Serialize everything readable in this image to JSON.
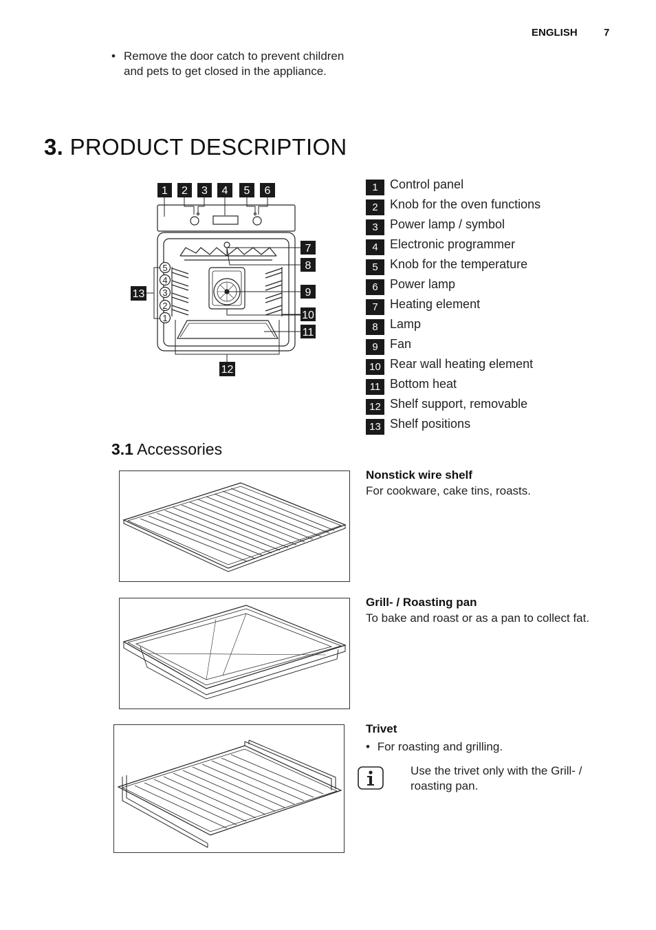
{
  "header": {
    "language": "ENGLISH",
    "page_number": "7"
  },
  "intro_bullet": "Remove the door catch to prevent children and pets to get closed in the appliance.",
  "section": {
    "number": "3.",
    "title": "PRODUCT DESCRIPTION"
  },
  "legend": [
    {
      "num": "1",
      "label": "Control panel"
    },
    {
      "num": "2",
      "label": "Knob for the oven functions"
    },
    {
      "num": "3",
      "label": "Power lamp / symbol"
    },
    {
      "num": "4",
      "label": "Electronic programmer"
    },
    {
      "num": "5",
      "label": "Knob for the temperature"
    },
    {
      "num": "6",
      "label": "Power lamp"
    },
    {
      "num": "7",
      "label": "Heating element"
    },
    {
      "num": "8",
      "label": "Lamp"
    },
    {
      "num": "9",
      "label": "Fan"
    },
    {
      "num": "10",
      "label": "Rear wall heating element"
    },
    {
      "num": "11",
      "label": "Bottom heat"
    },
    {
      "num": "12",
      "label": "Shelf support, removable"
    },
    {
      "num": "13",
      "label": "Shelf positions"
    }
  ],
  "shelf_positions": [
    "5",
    "4",
    "3",
    "2",
    "1"
  ],
  "subsection": {
    "number": "3.1",
    "title": "Accessories"
  },
  "accessories": [
    {
      "name": "Nonstick wire shelf",
      "description": "For cookware, cake tins, roasts."
    },
    {
      "name": "Grill- / Roasting pan",
      "description": "To bake and roast or as a pan to collect fat."
    },
    {
      "name": "Trivet",
      "bullet": "For roasting and grilling.",
      "note": "Use the trivet only with the Grill- / roasting pan."
    }
  ],
  "icons": {
    "info": "info-icon"
  }
}
